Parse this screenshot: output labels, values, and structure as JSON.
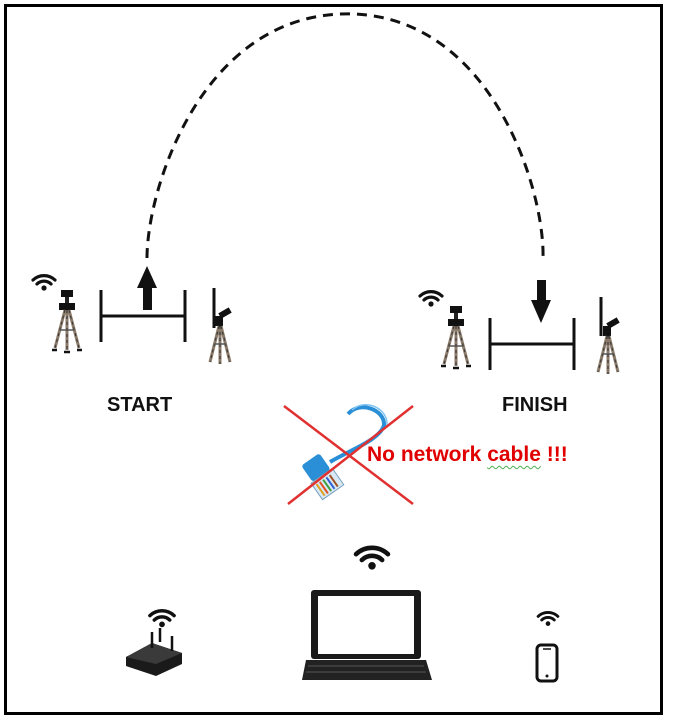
{
  "labels": {
    "start": "START",
    "finish": "FINISH"
  },
  "warning": {
    "prefix": "No network ",
    "underlined": "cable",
    "suffix": " !!!",
    "color": "#e00000"
  },
  "icons": {
    "wifi": "wifi-icon",
    "tripod": "tripod-camera-icon",
    "router": "wifi-router-icon",
    "laptop": "laptop-icon",
    "phone": "smartphone-icon",
    "cable": "network-cable-icon"
  },
  "colors": {
    "cable": "#2a8fd6",
    "cross": "#e03030",
    "line": "#000000"
  }
}
